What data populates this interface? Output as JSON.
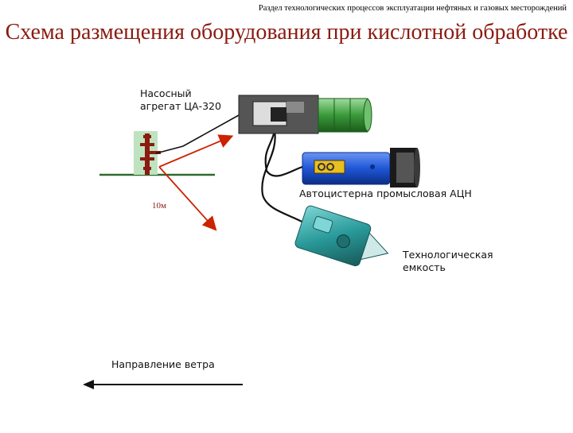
{
  "header": {
    "section_text": "Раздел технологических процессов эксплуатации нефтяных и газовых месторождений"
  },
  "slide": {
    "title": "Схема размещения оборудования при кислотной обработке"
  },
  "diagram": {
    "pump_unit_label": "Насосный\nагрегат ЦА-320",
    "tanker_label": "Автоцистерна промысловая АЦН",
    "tank_label": "Технологическая\nемкость",
    "distance_label": "10м",
    "wind_label": "Направление ветра"
  },
  "colors": {
    "title": "#8b1a10",
    "wellhead": "#8b1a10",
    "arrow": "#cc2200",
    "pump_body": "#555555",
    "pump_tank": "#3a9a3a",
    "tanker_body": "#1f56d6",
    "tank_body": "#2a9a9a",
    "hose": "#111111"
  }
}
